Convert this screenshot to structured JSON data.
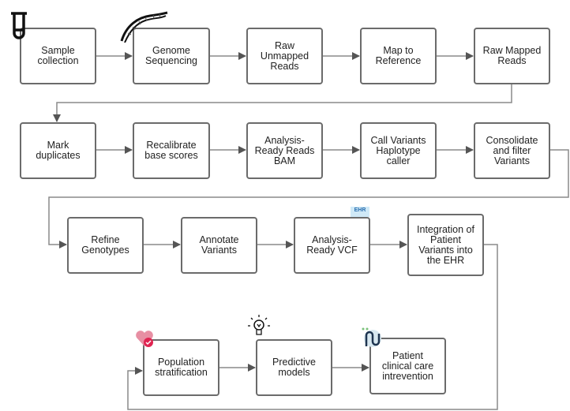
{
  "steps": [
    {
      "label": "Sample\ncollection"
    },
    {
      "label": "Genome\nSequencing"
    },
    {
      "label": "Raw\nUnmapped\nReads"
    },
    {
      "label": "Map to\nReference"
    },
    {
      "label": "Raw Mapped\nReads"
    },
    {
      "label": "Mark\nduplicates"
    },
    {
      "label": "Recalibrate\nbase scores"
    },
    {
      "label": "Analysis-\nReady Reads\nBAM"
    },
    {
      "label": "Call Variants\nHaplotype\ncaller"
    },
    {
      "label": "Consolidate\nand filter\nVariants"
    },
    {
      "label": "Refine\nGenotypes"
    },
    {
      "label": "Annotate\nVariants"
    },
    {
      "label": "Analysis-\nReady VCF"
    },
    {
      "label": "Integration of\nPatient\nVariants into\nthe EHR"
    },
    {
      "label": "Population\nstratification"
    },
    {
      "label": "Predictive\nmodels"
    },
    {
      "label": "Patient\nclinical care\nintrevention"
    }
  ],
  "icons": {
    "test_tube": "test-tube-icon",
    "dna": "dna-icon",
    "ehr": "EHR",
    "heart": "heart-check-icon",
    "bulb": "lightbulb-icon",
    "stethoscope": "stethoscope-icon"
  },
  "colors": {
    "border": "#6b6b6b",
    "connector": "#8a8a8a",
    "arrow": "#555555"
  }
}
